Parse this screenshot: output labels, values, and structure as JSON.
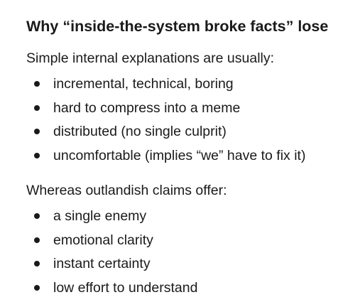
{
  "heading": "Why “inside-the-system broke facts” lose",
  "section1": {
    "intro": "Simple internal explanations are usually:",
    "items": [
      "incremental, technical, boring",
      "hard to compress into a meme",
      "distributed (no single culprit)",
      "uncomfortable (implies “we” have to fix it)"
    ]
  },
  "section2": {
    "intro": "Whereas outlandish claims offer:",
    "items": [
      "a single enemy",
      "emotional clarity",
      "instant certainty",
      "low effort to understand"
    ]
  }
}
